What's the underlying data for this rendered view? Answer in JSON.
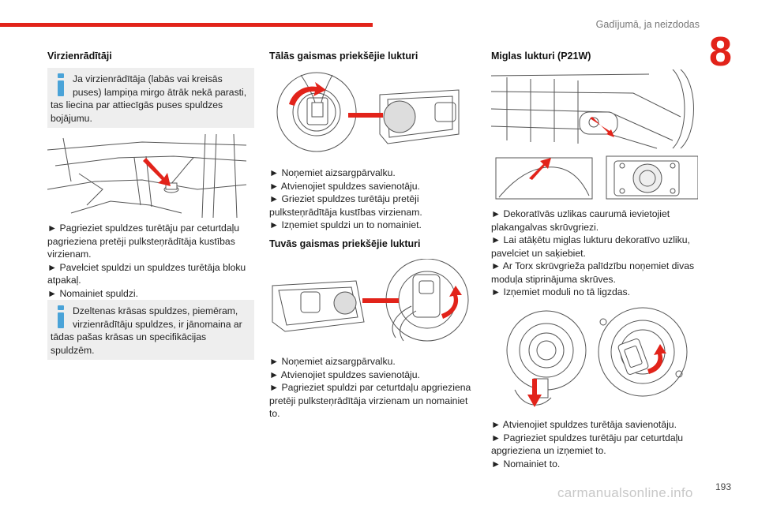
{
  "header": {
    "title": "Gadījumā, ja neizdodas",
    "chapter": "8"
  },
  "col1": {
    "heading": "Virzienrādītāji",
    "note1": {
      "line1": "Ja virzienrādītāja (labās vai kreisās",
      "line2": "puses) lampiņa mirgo ātrāk nekā parasti,",
      "rest": "tas liecina par attiecīgās puses spuldzes bojājumu."
    },
    "steps": "► Pagrieziet spuldzes turētāju par ceturtdaļu pagrieziena pretēji pulksteņrādītāja kustības virzienam.\n► Pavelciet spuldzi un spuldzes turētāja bloku atpakaļ.\n► Nomainiet spuldzi.",
    "note2": {
      "line1": "Dzeltenas krāsas spuldzes, piemēram,",
      "line2": "virzienrādītāju spuldzes, ir jānomaina ar",
      "rest": "tādas pašas krāsas un specifikācijas spuldzēm."
    }
  },
  "col2": {
    "heading1": "Tālās gaismas priekšējie lukturi",
    "steps1": "► Noņemiet aizsargpārvalku.\n► Atvienojiet spuldzes savienotāju.\n► Grieziet spuldzes turētāju pretēji pulksteņrādītāja kustības virzienam.\n► Izņemiet spuldzi un to nomainiet.",
    "heading2": "Tuvās gaismas priekšējie lukturi",
    "steps2": "► Noņemiet aizsargpārvalku.\n► Atvienojiet spuldzes savienotāju.\n► Pagrieziet spuldzi par ceturtdaļu apgrieziena pretēji pulksteņrādītāja virzienam un nomainiet to."
  },
  "col3": {
    "heading": "Miglas lukturi (P21W)",
    "steps1": "► Dekoratīvās uzlikas caurumā ievietojiet plakangalvas skrūvgriezi.\n► Lai atāķētu miglas lukturu dekoratīvo uzliku, pavelciet un saķiebiet.\n► Ar Torx skrūvgrieža palīdzību noņemiet divas moduļa stiprinājuma skrūves.\n► Izņemiet moduli no tā ligzdas.",
    "steps2": "► Atvienojiet spuldzes turētāja savienotāju.\n► Pagrieziet spuldzes turētāju par ceturtdaļu apgrieziena un izņemiet to.\n► Nomainiet to."
  },
  "footer": {
    "page": "193",
    "watermark": "carmanualsonline.info"
  },
  "colors": {
    "accent": "#e2231a",
    "info": "#4aa3d8",
    "note_bg": "#eeeeee"
  },
  "icons": [
    "info-icon",
    "arrow-icon"
  ]
}
